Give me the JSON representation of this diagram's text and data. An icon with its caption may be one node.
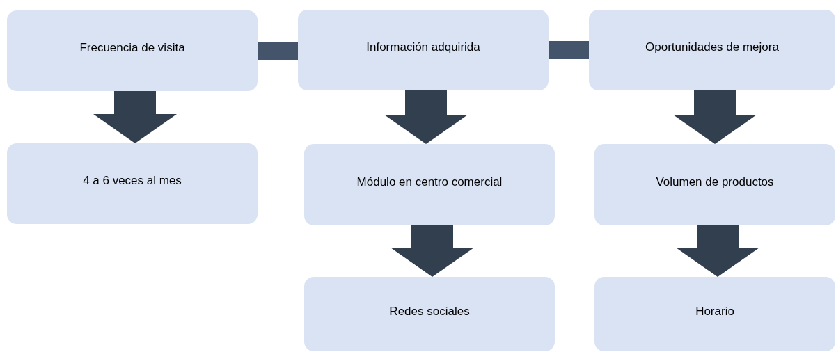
{
  "diagram": {
    "nodes": [
      {
        "text": [
          "Frecuencia de visita"
        ]
      },
      {
        "text": [
          "Información adquirida"
        ]
      },
      {
        "text": [
          "Oportunidades de mejora"
        ]
      },
      {
        "text": [
          "4 a 6 veces al mes"
        ]
      },
      {
        "text": [
          "Módulo en centro comercial"
        ]
      },
      {
        "text": [
          "Volumen de productos"
        ]
      },
      {
        "text": [
          "Redes sociales"
        ]
      },
      {
        "text": [
          "Horario"
        ]
      }
    ],
    "edges": [
      {
        "from": 0,
        "to": 1,
        "arrow": "none",
        "color": "#44546a"
      },
      {
        "from": 1,
        "to": 2,
        "arrow": "none",
        "color": "#44546a"
      },
      {
        "from": 0,
        "to": 3,
        "arrow": "to"
      },
      {
        "from": 1,
        "to": 4,
        "arrow": "to"
      },
      {
        "from": 4,
        "to": 6,
        "arrow": "to"
      },
      {
        "from": 2,
        "to": 5,
        "arrow": "to"
      },
      {
        "from": 5,
        "to": 7,
        "arrow": "to"
      }
    ]
  }
}
